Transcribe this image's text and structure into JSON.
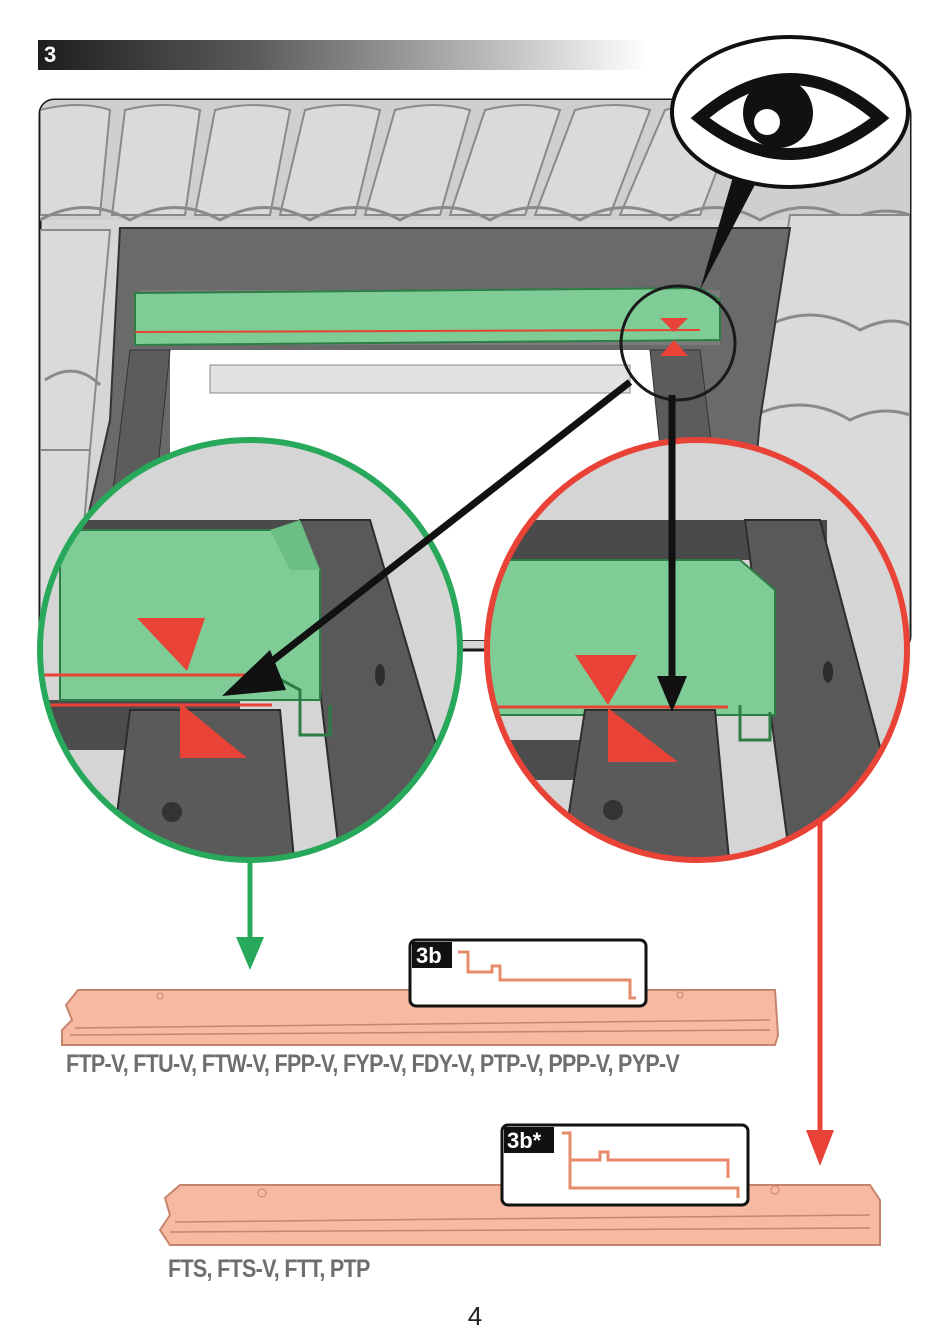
{
  "step": {
    "number": "3"
  },
  "callouts": {
    "profile_a": "3b",
    "profile_b": "3b*"
  },
  "models": {
    "group_a": "FTP-V, FTU-V, FTW-V, FPP-V, FYP-V, FDY-V, PTP-V, PPP-V, PYP-V",
    "group_b": "FTS, FTS-V, FTT, PTP"
  },
  "page": {
    "number": "4"
  },
  "colors": {
    "correct": "#27a85a",
    "incorrect": "#e84336",
    "flashing_green": "#7fcc96",
    "profile_salmon": "#f7b9a2",
    "frame_grey": "#5d5d5d",
    "roof_grey": "#d8d8d8"
  },
  "icons": [
    "eye-icon",
    "red-triangle-marker",
    "green-arrow",
    "red-arrow"
  ]
}
